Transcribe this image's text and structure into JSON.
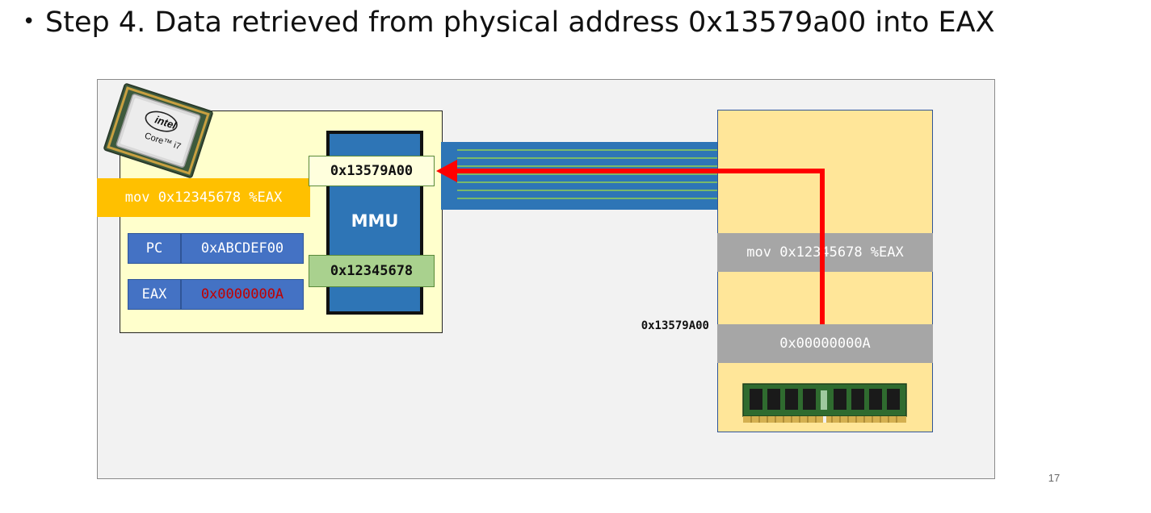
{
  "title": {
    "bullet": "•",
    "text": "Step 4. Data retrieved from physical address 0x13579a00 into EAX"
  },
  "cpu": {
    "logo_text": "intel",
    "logo_subtext": "Core™ i7",
    "instruction": "mov 0x12345678 %EAX",
    "registers": [
      {
        "name": "PC",
        "value": "0xABCDEF00"
      },
      {
        "name": "EAX",
        "value": "0x0000000A"
      }
    ],
    "mmu_label": "MMU",
    "physical_address": "0x13579A00",
    "virtual_address": "0x12345678"
  },
  "memory": {
    "instruction_row": "mov 0x12345678 %EAX",
    "data_row": "0x00000000A",
    "data_address_label": "0x13579A00"
  },
  "colors": {
    "cpu_background": "#ffffcc",
    "mmu": "#2e75b6",
    "bus": "#2e75b6",
    "memory": "#ffe699",
    "arrow": "#ff0000",
    "eax_value": "#c00000"
  },
  "page_number": "17"
}
